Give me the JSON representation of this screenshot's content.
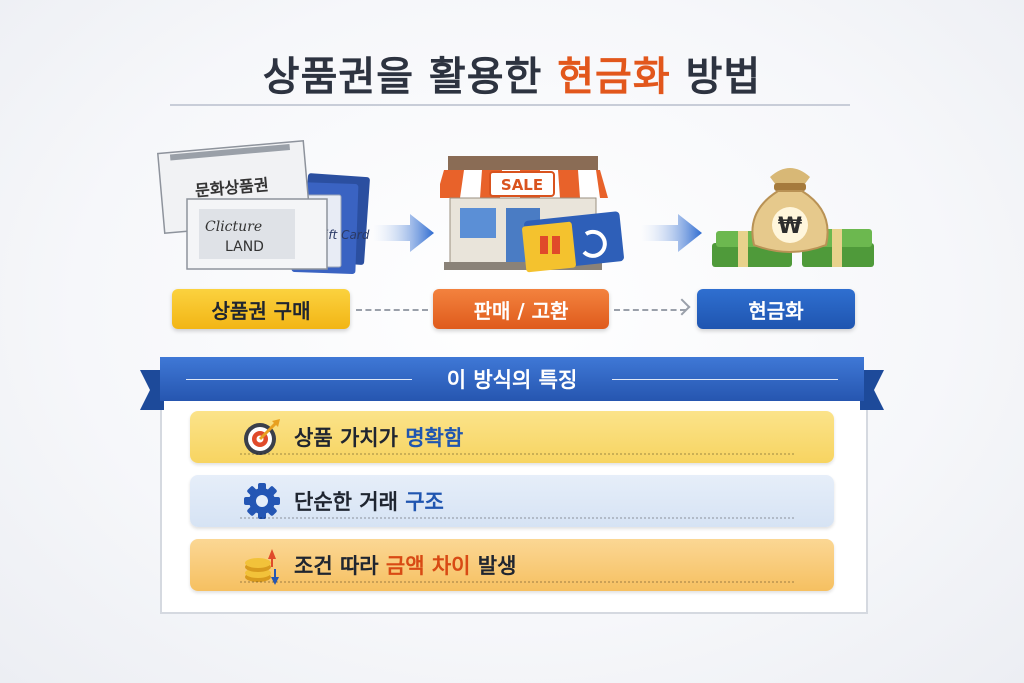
{
  "title": {
    "part1": "상품권을 활용한 ",
    "highlight": "현금화",
    "part2": " 방법"
  },
  "flow": {
    "steps": [
      {
        "label": "상품권 구매",
        "color": "#f5c02a"
      },
      {
        "label": "판매 / 고환",
        "color": "#e8672a"
      },
      {
        "label": "현금화",
        "color": "#2560c2"
      }
    ],
    "illustrations": {
      "voucher_top": "문화상품권",
      "voucher_brand": "Clicture",
      "voucher_land": "LAND",
      "card_text": "ift Card",
      "store_sign": "SALE",
      "money_symbol": "₩"
    }
  },
  "features": {
    "heading": "이 방식의 특징",
    "items": [
      {
        "icon": "target-icon",
        "text": "상품 가치가 ",
        "emphasis": "명확함"
      },
      {
        "icon": "gear-icon",
        "text": "단순한 거래 ",
        "emphasis": "구조"
      },
      {
        "icon": "coins-exchange-icon",
        "text": "조건 따라 ",
        "emphasis": "금액 차이",
        "text2": " 발생"
      }
    ]
  }
}
